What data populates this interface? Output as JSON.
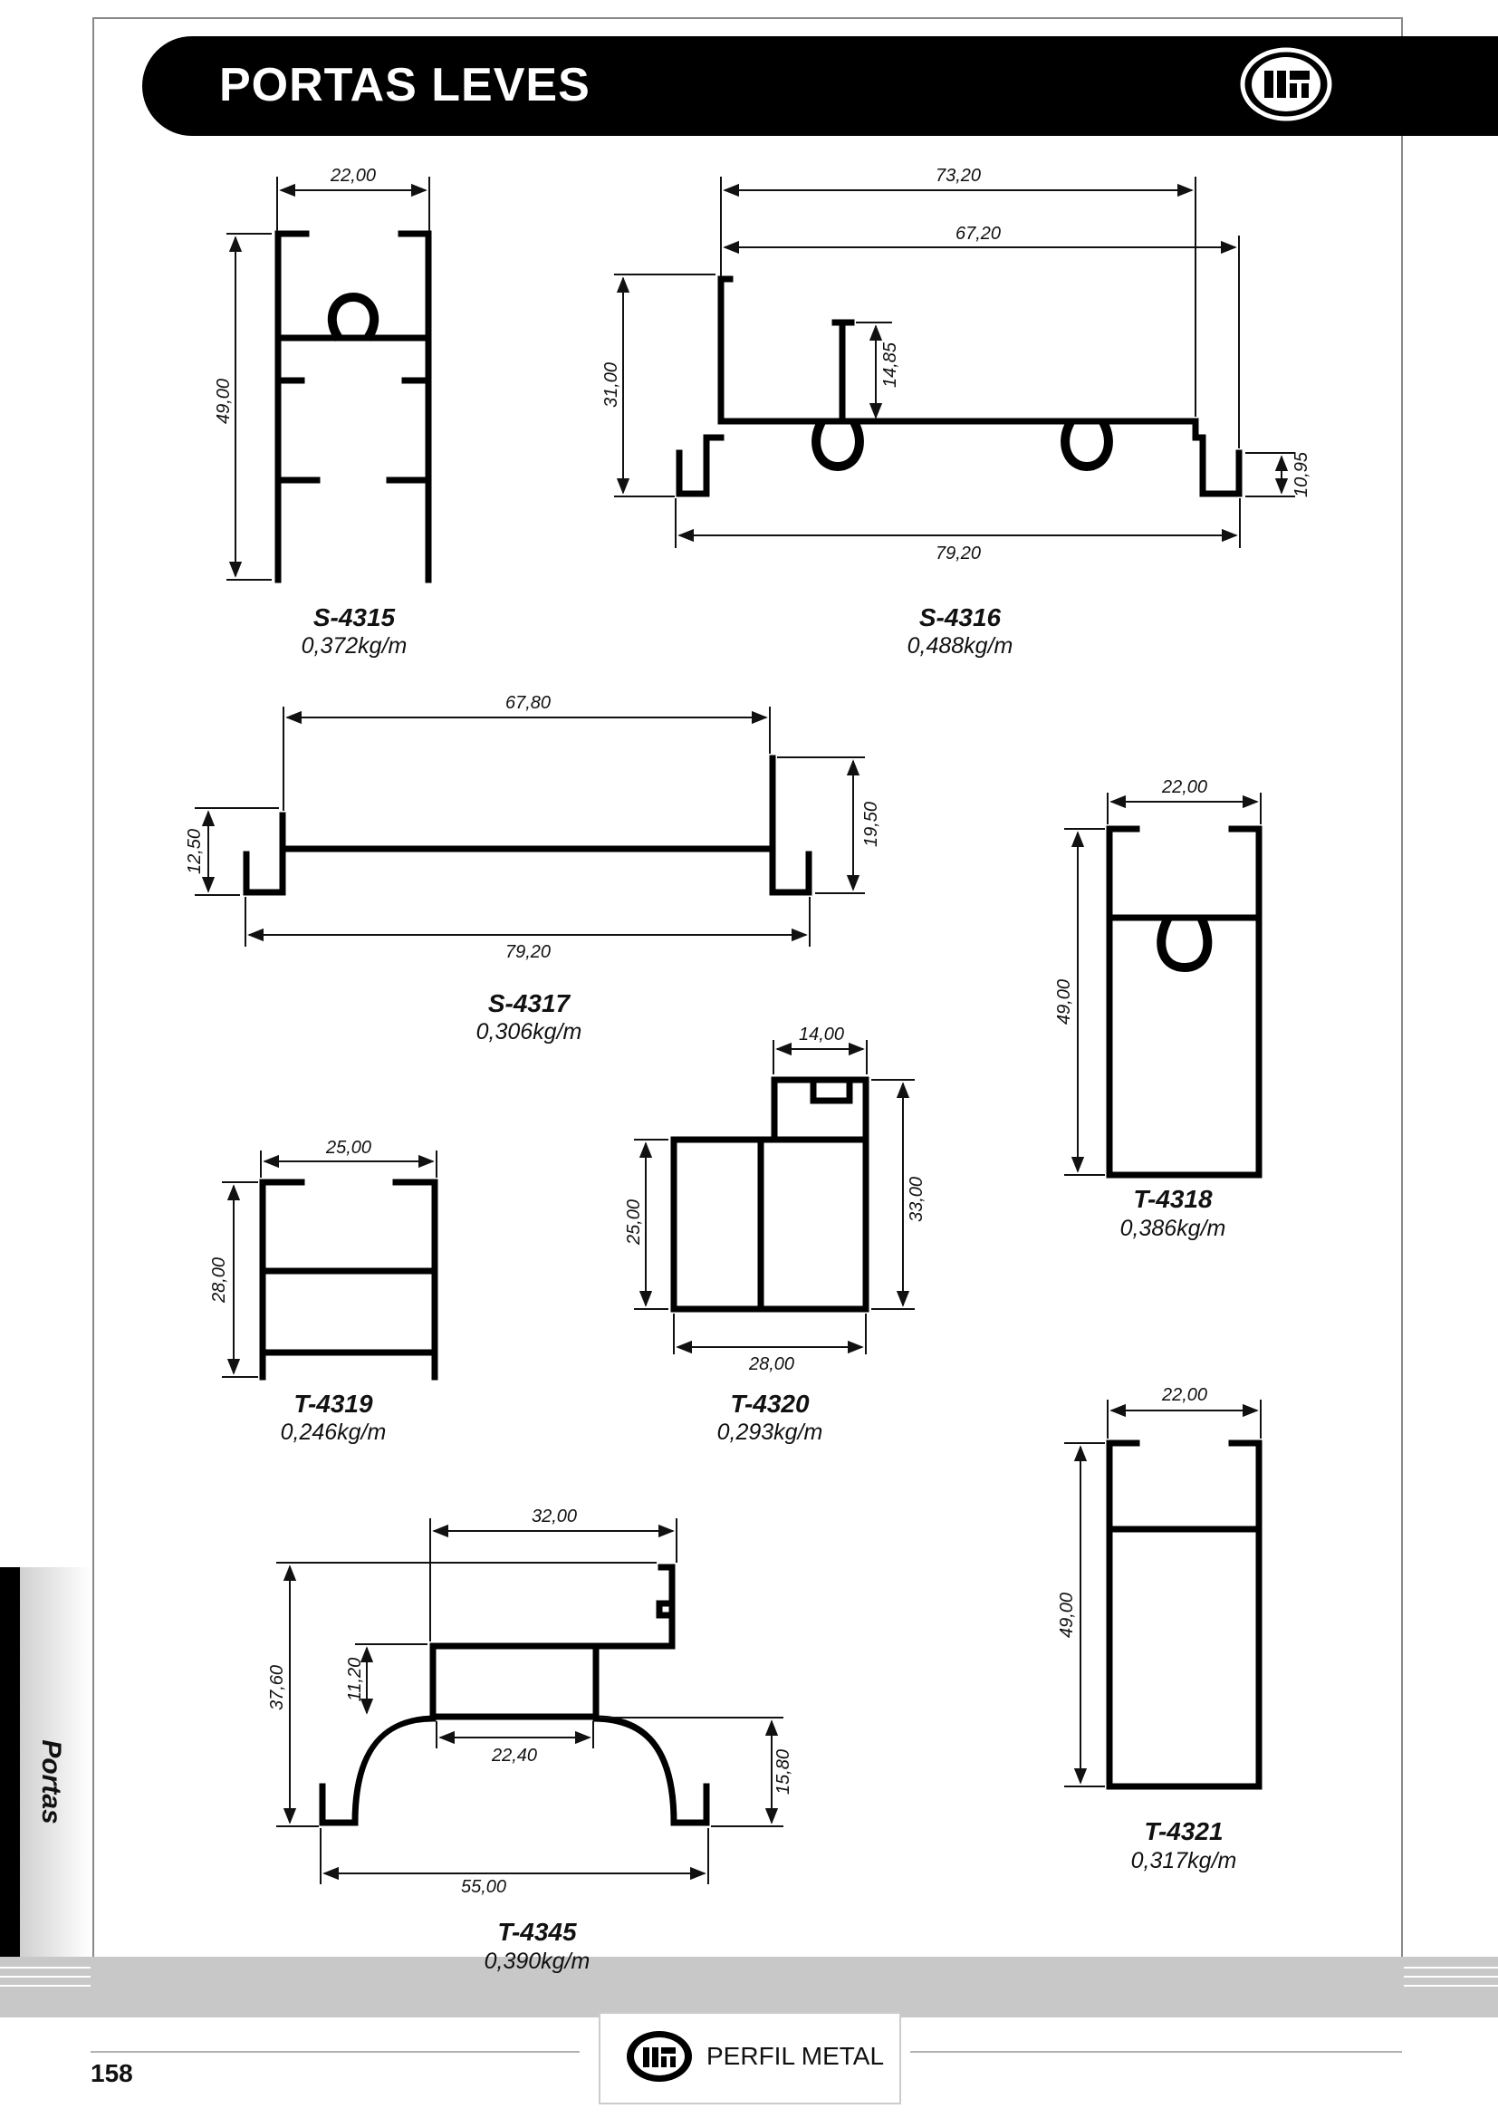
{
  "header": {
    "title": "PORTAS LEVES"
  },
  "side_tab": {
    "label": "Portas"
  },
  "footer": {
    "page_number": "158",
    "brand": "PERFIL METAL"
  },
  "profiles": [
    {
      "code": "S-4315",
      "weight": "0,372kg/m",
      "dims": [
        "22,00",
        "49,00"
      ]
    },
    {
      "code": "S-4316",
      "weight": "0,488kg/m",
      "dims": [
        "73,20",
        "67,20",
        "31,00",
        "14,85",
        "10,95",
        "79,20"
      ]
    },
    {
      "code": "S-4317",
      "weight": "0,306kg/m",
      "dims": [
        "67,80",
        "12,50",
        "19,50",
        "79,20"
      ]
    },
    {
      "code": "T-4318",
      "weight": "0,386kg/m",
      "dims": [
        "22,00",
        "49,00"
      ]
    },
    {
      "code": "T-4319",
      "weight": "0,246kg/m",
      "dims": [
        "25,00",
        "28,00"
      ]
    },
    {
      "code": "T-4320",
      "weight": "0,293kg/m",
      "dims": [
        "14,00",
        "25,00",
        "33,00",
        "28,00"
      ]
    },
    {
      "code": "T-4321",
      "weight": "0,317kg/m",
      "dims": [
        "22,00",
        "49,00"
      ]
    },
    {
      "code": "T-4345",
      "weight": "0,390kg/m",
      "dims": [
        "32,00",
        "37,60",
        "11,20",
        "22,40",
        "15,80",
        "55,00"
      ]
    }
  ]
}
